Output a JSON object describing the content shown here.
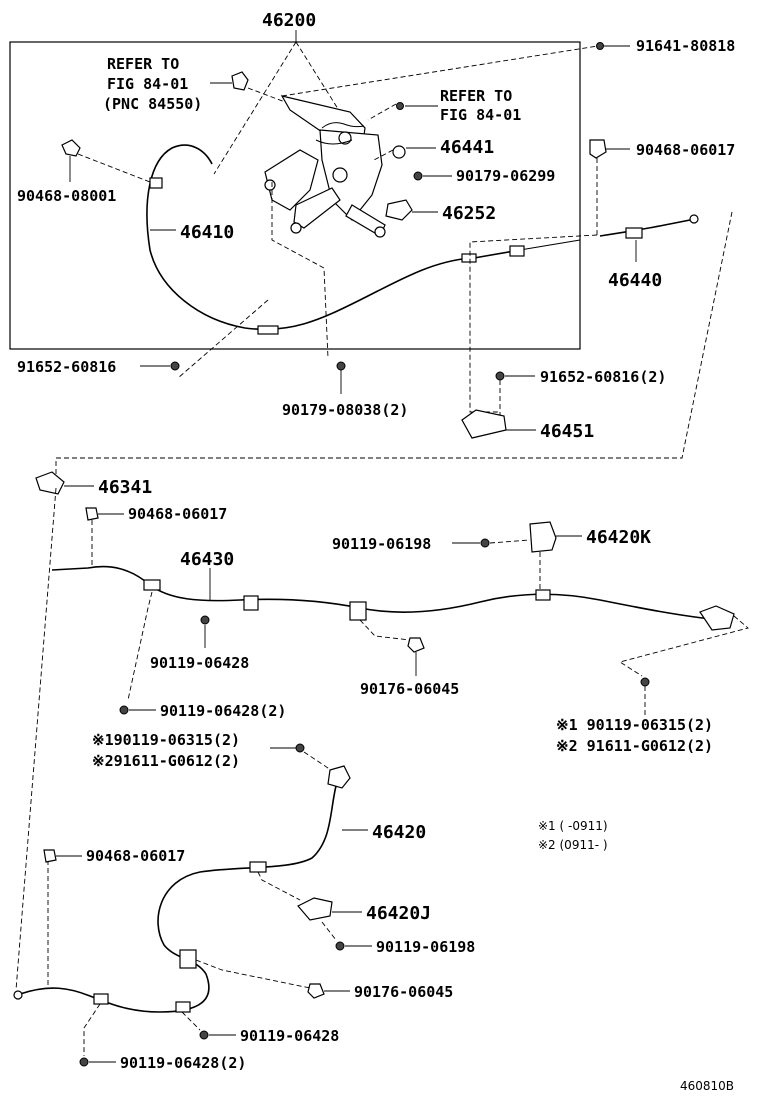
{
  "figure_id": "460810B",
  "legend": {
    "note1": "※1 (     -0911)",
    "note2": "※2 (0911-     )"
  },
  "labels": {
    "assy_46200": "46200",
    "refer_fig_a_line1": "REFER TO",
    "refer_fig_a_line2": "FIG 84-01",
    "refer_fig_a_line3": "(PNC 84550)",
    "refer_fig_b_line1": "REFER TO",
    "refer_fig_b_line2": "FIG 84-01",
    "p_91641_80818": "91641-80818",
    "p_46441": "46441",
    "p_90468_06017_top": "90468-06017",
    "p_90179_06299": "90179-06299",
    "p_90468_08001": "90468-08001",
    "p_46252": "46252",
    "p_46410": "46410",
    "p_46440": "46440",
    "p_91652_60816": "91652-60816",
    "p_91652_60816_2": "91652-60816(2)",
    "p_90179_08038_2": "90179-08038(2)",
    "p_46451": "46451",
    "p_46341": "46341",
    "p_90468_06017_mid": "90468-06017",
    "p_90119_06198_top": "90119-06198",
    "p_46420K": "46420K",
    "p_46430": "46430",
    "p_90119_06428_a": "90119-06428",
    "p_90176_06045_a": "90176-06045",
    "p_90119_06428_2_a": "90119-06428(2)",
    "p_r_90119_06315": "※1 90119-06315(2)",
    "p_r_91611_G0612": "※2 91611-G0612(2)",
    "p_l_90119_06315": "※190119-06315(2)",
    "p_l_91611_G0612": "※291611-G0612(2)",
    "p_46420": "46420",
    "p_90468_06017_low": "90468-06017",
    "p_46420J": "46420J",
    "p_90119_06198_low": "90119-06198",
    "p_90176_06045_b": "90176-06045",
    "p_90119_06428_b": "90119-06428",
    "p_90119_06428_2_b": "90119-06428(2)"
  }
}
